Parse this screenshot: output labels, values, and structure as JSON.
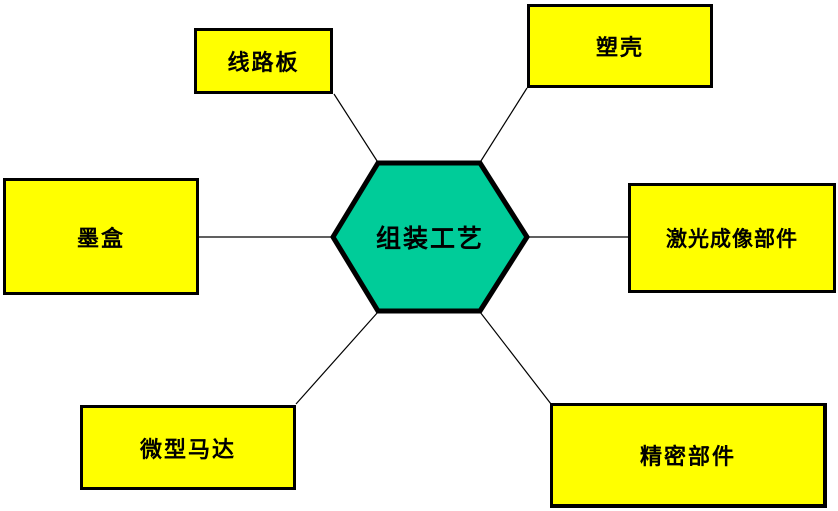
{
  "diagram": {
    "title": "assembly-process-diagram",
    "center": {
      "label": "组装工艺",
      "shape": "hexagon"
    },
    "nodes": [
      {
        "id": "circuit-board",
        "label": "线路板",
        "position": "top-left"
      },
      {
        "id": "plastic-shell",
        "label": "塑壳",
        "position": "top-right"
      },
      {
        "id": "ink-cartridge",
        "label": "墨盒",
        "position": "left"
      },
      {
        "id": "laser-imaging-component",
        "label": "激光成像部件",
        "position": "right"
      },
      {
        "id": "micro-motor",
        "label": "微型马达",
        "position": "bottom-left"
      },
      {
        "id": "precision-component",
        "label": "精密部件",
        "position": "bottom-right"
      }
    ]
  },
  "colors": {
    "background": "#FFFFFF",
    "node_fill": "#FFFF00",
    "center_fill": "#00CC99",
    "border": "#000000",
    "connector": "#000000",
    "text": "#000000"
  }
}
